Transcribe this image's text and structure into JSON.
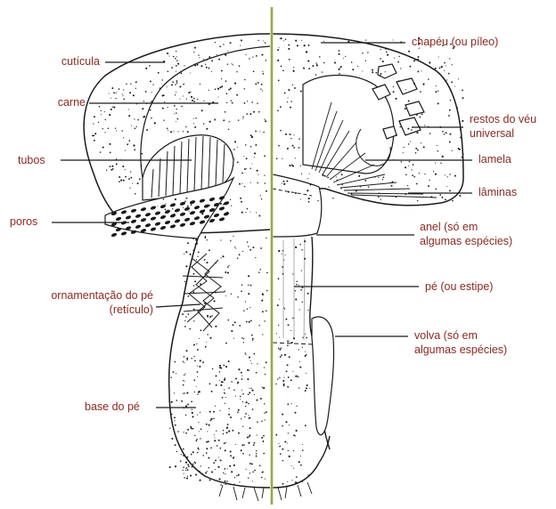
{
  "labels": {
    "left": {
      "cuticula": "cutícula",
      "carne": "carne",
      "tubos": "tubos",
      "poros": "poros",
      "ornamentacao": [
        "ornamentação do pé",
        "(retículo)"
      ],
      "base": "base do pé"
    },
    "right": {
      "chapeu": "chapéu (ou píleo)",
      "restos": [
        "restos do véu",
        "universal"
      ],
      "lamela": "lamela",
      "laminas": "lâminas",
      "anel": [
        "anel (só em",
        "algumas espécies)"
      ],
      "pe": "pé (ou estipe)",
      "volva": [
        "volva (só em",
        "algumas espécies)"
      ]
    }
  },
  "colors": {
    "label_text": "#8a2a22",
    "divider": "#c7cf74",
    "ink": "#1a1a1a"
  }
}
